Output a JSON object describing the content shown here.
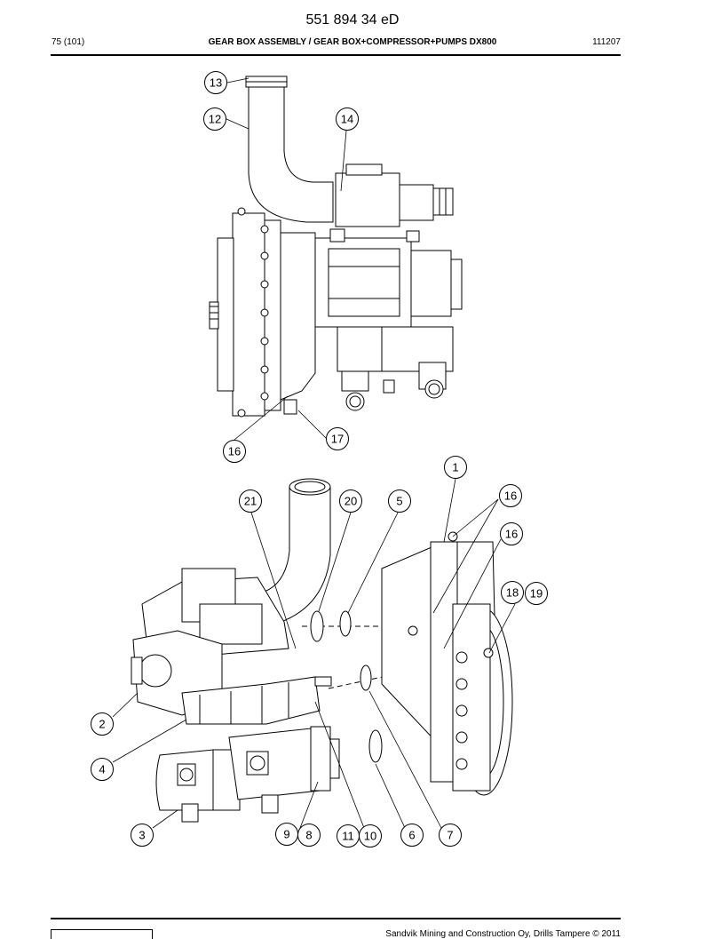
{
  "header": {
    "doc_number": "551 894 34 eD",
    "page": "75 (101)",
    "title": "GEAR BOX ASSEMBLY / GEAR BOX+COMPRESSOR+PUMPS DX800",
    "code": "111207"
  },
  "footer": {
    "copyright": "Sandvik Mining and Construction Oy, Drills Tampere © 2011"
  },
  "callouts": [
    {
      "id": "c13",
      "label": "13"
    },
    {
      "id": "c12",
      "label": "12"
    },
    {
      "id": "c14",
      "label": "14"
    },
    {
      "id": "c17",
      "label": "17"
    },
    {
      "id": "c16a",
      "label": "16"
    },
    {
      "id": "c1",
      "label": "1"
    },
    {
      "id": "c21",
      "label": "21"
    },
    {
      "id": "c20",
      "label": "20"
    },
    {
      "id": "c5",
      "label": "5"
    },
    {
      "id": "c16b",
      "label": "16"
    },
    {
      "id": "c16c",
      "label": "16"
    },
    {
      "id": "c18",
      "label": "18"
    },
    {
      "id": "c19",
      "label": "19"
    },
    {
      "id": "c2",
      "label": "2"
    },
    {
      "id": "c4",
      "label": "4"
    },
    {
      "id": "c3",
      "label": "3"
    },
    {
      "id": "c9",
      "label": "9"
    },
    {
      "id": "c8",
      "label": "8"
    },
    {
      "id": "c11",
      "label": "11"
    },
    {
      "id": "c10",
      "label": "10"
    },
    {
      "id": "c6",
      "label": "6"
    },
    {
      "id": "c7",
      "label": "7"
    }
  ]
}
